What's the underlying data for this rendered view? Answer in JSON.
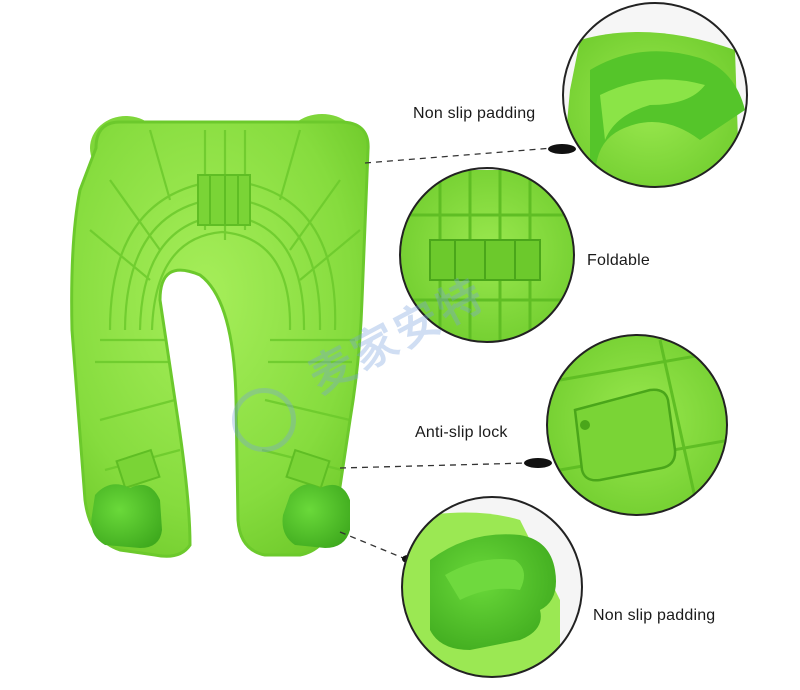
{
  "callouts": [
    {
      "label": "Non slip padding"
    },
    {
      "label": "Foldable"
    },
    {
      "label": "Anti-slip lock"
    },
    {
      "label": "Non slip padding"
    }
  ],
  "watermark": {
    "text": "麦家安特"
  },
  "colors": {
    "seat_green": "#8fe043",
    "seat_dark": "#6cc92c",
    "pad_green": "#55c52a",
    "line": "#333333"
  }
}
